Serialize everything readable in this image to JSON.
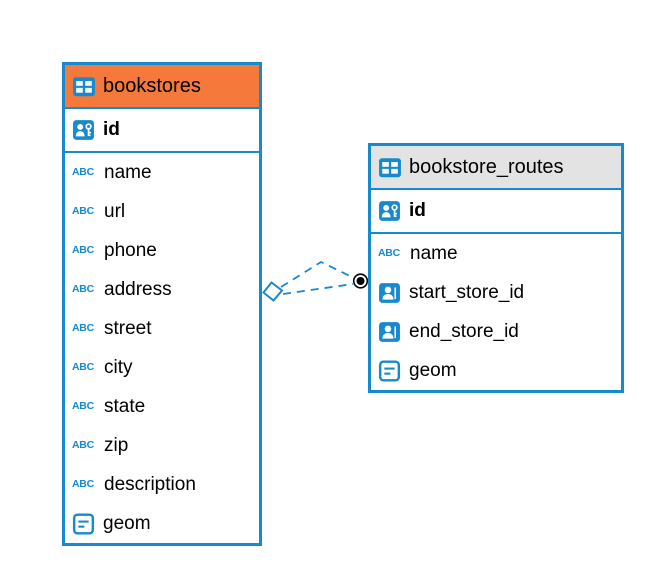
{
  "canvas": {
    "background": "#ffffff",
    "accent_blue": "#1789cd"
  },
  "type_badges": {
    "text": "ABC"
  },
  "tables": [
    {
      "name": "bookstores",
      "header": {
        "label": "bookstores",
        "color": "#f5793b",
        "icon": "table-icon"
      },
      "keys": [
        {
          "label": "id",
          "icon": "primary-key-icon"
        }
      ],
      "columns": [
        {
          "label": "name",
          "icon": "text-type-icon"
        },
        {
          "label": "url",
          "icon": "text-type-icon"
        },
        {
          "label": "phone",
          "icon": "text-type-icon"
        },
        {
          "label": "address",
          "icon": "text-type-icon"
        },
        {
          "label": "street",
          "icon": "text-type-icon"
        },
        {
          "label": "city",
          "icon": "text-type-icon"
        },
        {
          "label": "state",
          "icon": "text-type-icon"
        },
        {
          "label": "zip",
          "icon": "text-type-icon"
        },
        {
          "label": "description",
          "icon": "text-type-icon"
        },
        {
          "label": "geom",
          "icon": "geometry-type-icon"
        }
      ]
    },
    {
      "name": "bookstore_routes",
      "header": {
        "label": "bookstore_routes",
        "color": "#e3e3e3",
        "icon": "table-icon"
      },
      "keys": [
        {
          "label": "id",
          "icon": "primary-key-icon"
        }
      ],
      "columns": [
        {
          "label": "name",
          "icon": "text-type-icon"
        },
        {
          "label": "start_store_id",
          "icon": "reference-type-icon"
        },
        {
          "label": "end_store_id",
          "icon": "reference-type-icon"
        },
        {
          "label": "geom",
          "icon": "geometry-type-icon"
        }
      ]
    }
  ],
  "relationship": {
    "from": "bookstores",
    "to": "bookstore_routes",
    "line_style": "dashed",
    "color": "#1789cd"
  }
}
